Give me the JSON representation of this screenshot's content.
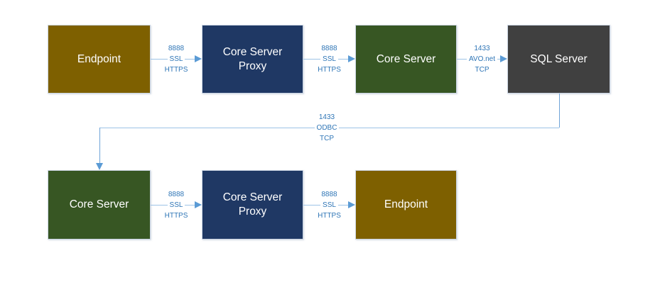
{
  "diagram": {
    "nodes": {
      "endpoint_top": "Endpoint",
      "core_server_proxy_top": "Core Server Proxy",
      "core_server_top": "Core Server",
      "sql_server": "SQL Server",
      "core_server_bottom": "Core Server",
      "core_server_proxy_bottom": "Core Server Proxy",
      "endpoint_bottom": "Endpoint"
    },
    "connectors": {
      "endpoint_to_proxy_top": {
        "port": "8888",
        "protocol": "SSL",
        "transport": "HTTPS"
      },
      "proxy_to_core_top": {
        "port": "8888",
        "protocol": "SSL",
        "transport": "HTTPS"
      },
      "core_to_sql": {
        "port": "1433",
        "protocol": "AVO.net",
        "transport": "TCP"
      },
      "sql_to_core_bottom": {
        "port": "1433",
        "protocol": "ODBC",
        "transport": "TCP"
      },
      "core_to_proxy_bottom": {
        "port": "8888",
        "protocol": "SSL",
        "transport": "HTTPS"
      },
      "proxy_to_endpoint_bottom": {
        "port": "8888",
        "protocol": "SSL",
        "transport": "HTTPS"
      }
    },
    "colors": {
      "endpoint_fill": "#7E6000",
      "proxy_fill": "#1F3864",
      "core_server_fill": "#375623",
      "sql_server_fill": "#404040",
      "connector_line": "#9DC3E6",
      "connector_arrow": "#5B9BD5",
      "connector_label_text": "#2E75B6",
      "node_text": "#FFFFFF"
    }
  }
}
